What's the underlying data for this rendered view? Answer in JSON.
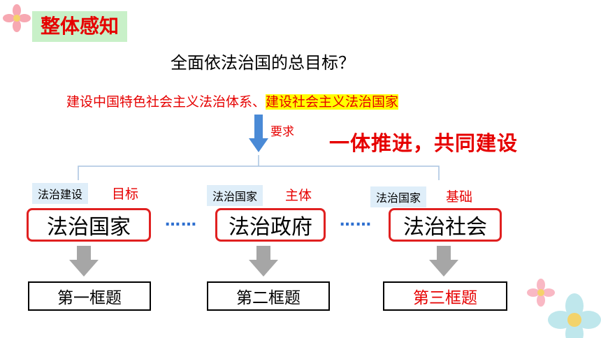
{
  "header": {
    "tag": "整体感知"
  },
  "question": "全面依法治国的总目标？",
  "goal": {
    "part1": "建设中国特色社会主义法治体系、",
    "part2": "建设社会主义法治国家"
  },
  "requirement_label": "要求",
  "slogan": "一体推进，共同建设",
  "columns": [
    {
      "small_tag": "法治建设",
      "role": "目标",
      "box": "法治国家",
      "topic": "第一框题"
    },
    {
      "small_tag": "法治国家",
      "role": "主体",
      "box": "法治政府",
      "topic": "第二框题"
    },
    {
      "small_tag": "法治国家",
      "role": "基础",
      "box": "法治社会",
      "topic": "第三框题"
    }
  ],
  "separator": "……",
  "colors": {
    "red": "#e60000",
    "tag_bg": "#c8f0c8",
    "highlight": "#ffff00",
    "arrow_blue": "#4a8ad6",
    "arrow_gray": "#a6a6a6",
    "dots_blue": "#2e6fcf"
  }
}
